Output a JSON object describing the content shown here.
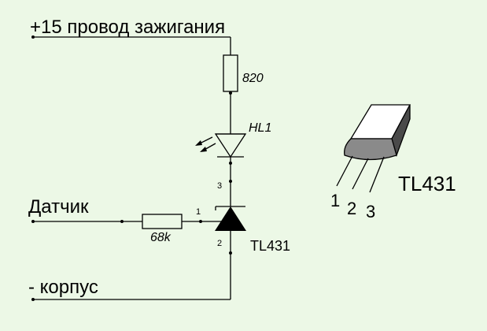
{
  "labels": {
    "supply": "+15 провод зажигания",
    "sensor": "Датчик",
    "ground": "- корпус"
  },
  "components": {
    "r_top_value": "820",
    "led_ref": "HL1",
    "r_input_value": "68k",
    "ic_name": "TL431"
  },
  "ic_pins": {
    "p1": "1",
    "p2": "2",
    "p3": "3"
  },
  "package": {
    "name": "TL431",
    "pin1": "1",
    "pin2": "2",
    "pin3": "3"
  },
  "colors": {
    "background": "#ecf8e6",
    "package_face": "#ffffff",
    "package_dark": "#4a4a4a",
    "package_mid": "#8a8a8a"
  }
}
